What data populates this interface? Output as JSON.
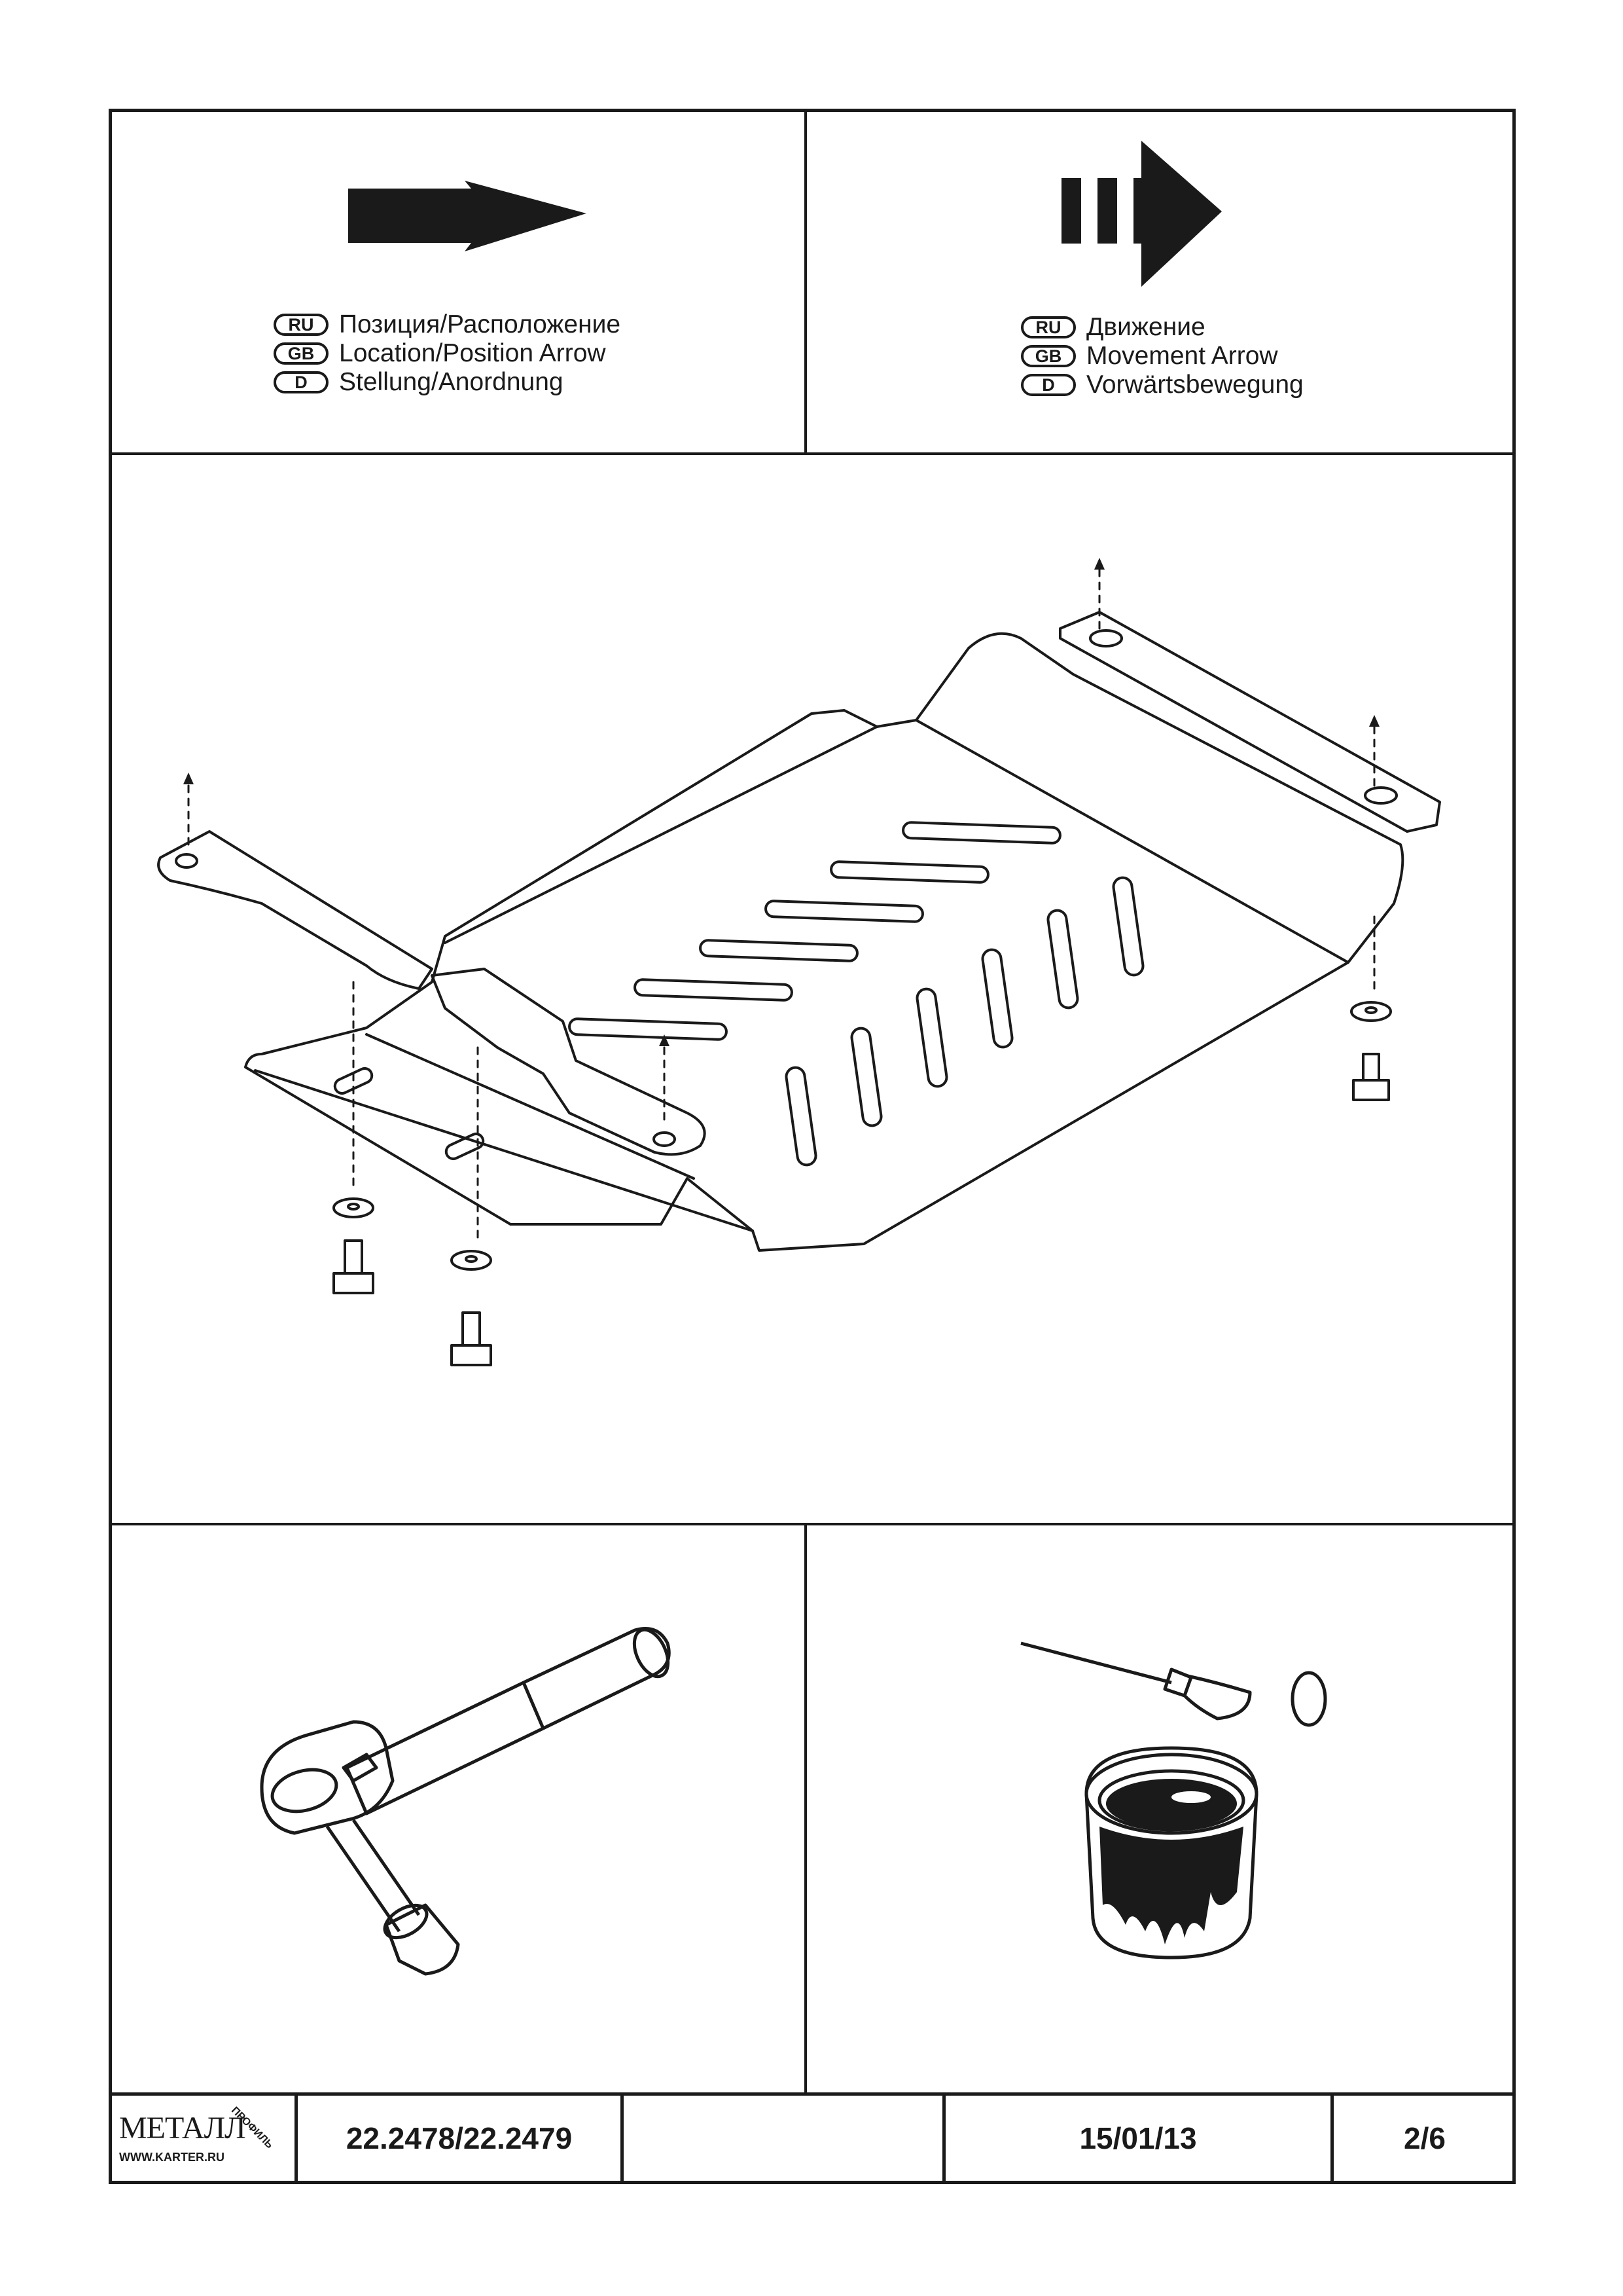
{
  "legend_left": {
    "icon": "location-position-arrow-icon",
    "rows": [
      {
        "code": "RU",
        "text": "Позиция/Расположение"
      },
      {
        "code": "GB",
        "text": "Location/Position Arrow"
      },
      {
        "code": "D",
        "text": "Stellung/Anordnung"
      }
    ]
  },
  "legend_right": {
    "icon": "movement-arrow-icon",
    "rows": [
      {
        "code": "RU",
        "text": "Движение"
      },
      {
        "code": "GB",
        "text": "Movement Arrow"
      },
      {
        "code": "D",
        "text": "Vorwärtsbewegung"
      }
    ]
  },
  "illustrations": {
    "main": "skid-plate-assembly-drawing",
    "tool_left": "ratchet-wrench-icon",
    "tool_right": "paint-brush-and-can-icon"
  },
  "title_block": {
    "logo_main": "МЕТАЛЛ",
    "logo_side": "ПРОФИЛЬ",
    "logo_url": "WWW.KARTER.RU",
    "part_number": "22.2478/22.2479",
    "blank_cell": "",
    "date": "15/01/13",
    "page": "2/6"
  }
}
